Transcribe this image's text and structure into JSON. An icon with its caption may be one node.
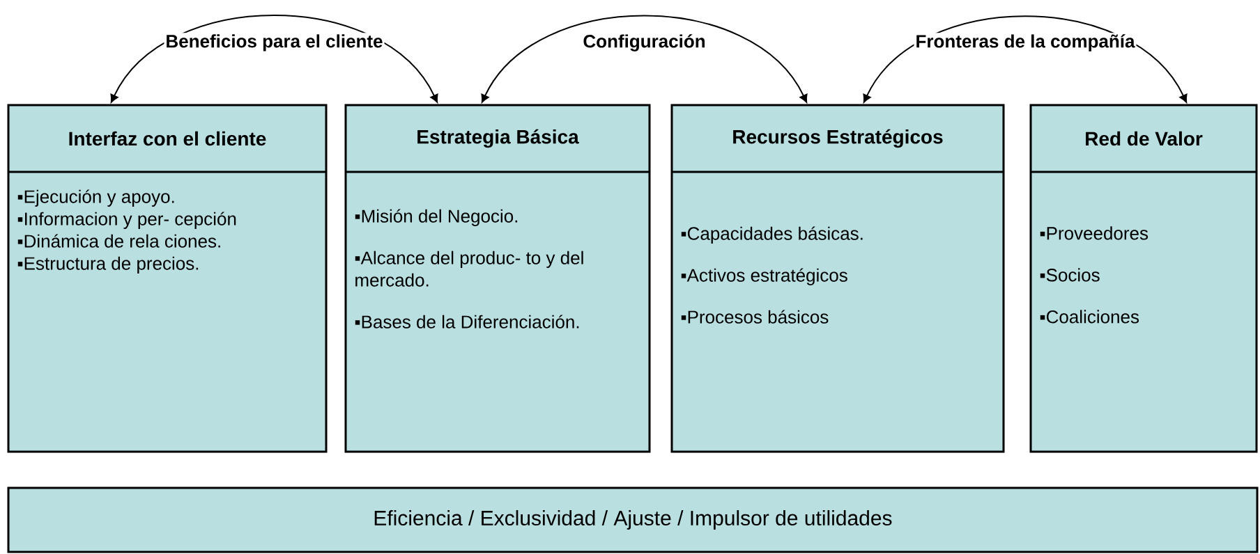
{
  "diagram": {
    "nodes": [
      {
        "text": [
          "Interfaz con el cliente",
          "▪Ejecución y apoyo.",
          "▪Informacion y per- cepción",
          "▪Dinámica de rela ciones.",
          "▪Estructura de precios."
        ]
      },
      {
        "text": [
          "Estrategia Básica",
          "▪Misión del Negocio.",
          "▪Alcance del produc- to y del mercado.",
          "▪Bases de la Diferenciación."
        ]
      },
      {
        "text": [
          "Recursos Estratégicos",
          "▪Capacidades básicas.",
          "▪Activos estratégicos",
          "▪Procesos básicos"
        ]
      },
      {
        "text": [
          "Red de Valor",
          "▪Proveedores",
          "▪Socios",
          "▪Coaliciones"
        ]
      },
      {
        "text": [
          "Eficiencia / Exclusividad / Ajuste / Impulsor de utilidades"
        ]
      }
    ],
    "edges": [
      {
        "from": 0,
        "to": 1,
        "arrow": "both",
        "label": "Beneficios para el cliente"
      },
      {
        "from": 1,
        "to": 2,
        "arrow": "both",
        "label": "Configuración"
      },
      {
        "from": 2,
        "to": 3,
        "arrow": "both",
        "label": "Fronteras de la compañía"
      }
    ]
  }
}
